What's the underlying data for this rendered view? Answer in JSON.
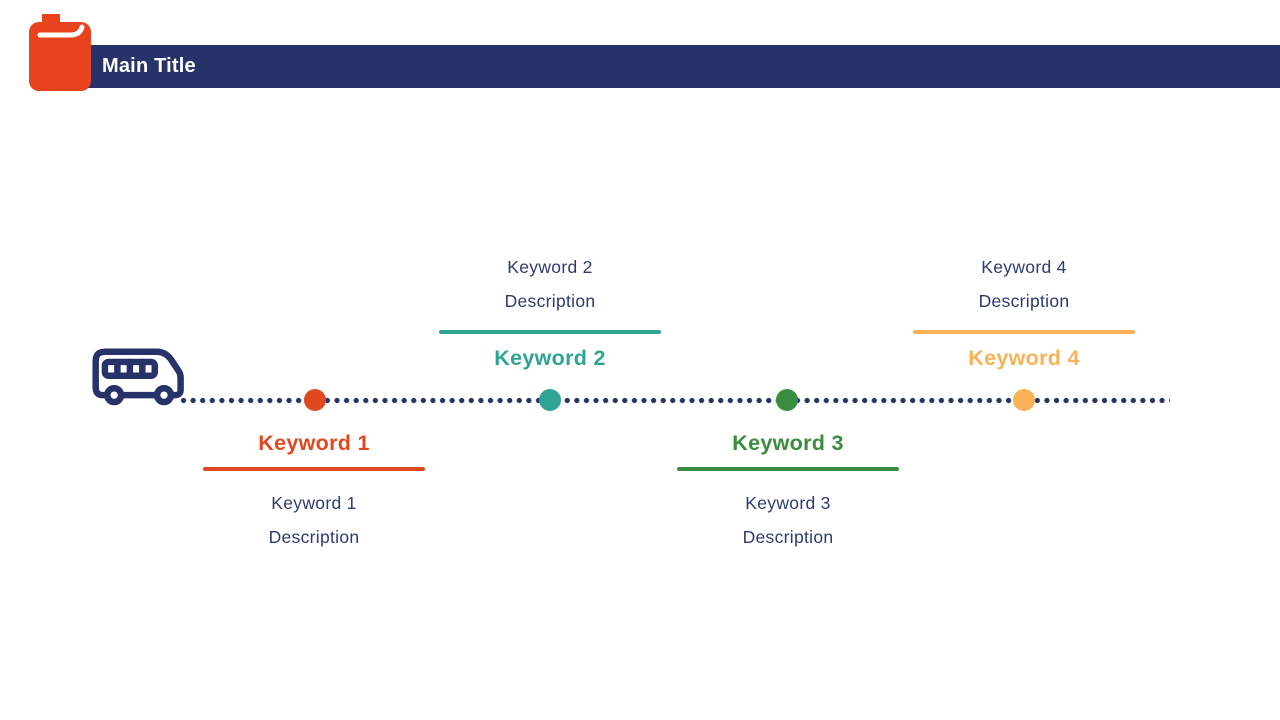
{
  "slide": {
    "header": {
      "title": "Main Title"
    },
    "icons": {
      "logo": "book-icon",
      "timeline_vehicle": "bus-icon"
    },
    "colors": {
      "navy": "#263269",
      "body_text": "#2D3A72",
      "red": "#E0481F",
      "teal": "#2FA493",
      "green": "#3A8C3F",
      "orange": "#F9B256",
      "dotted_line": "#263269"
    },
    "timeline": {
      "items": [
        {
          "keyword": "Keyword 1",
          "desc_line1": "Keyword 1",
          "desc_line2": "Description",
          "color": "#E0481F",
          "position": "below"
        },
        {
          "keyword": "Keyword 2",
          "desc_line1": "Keyword 2",
          "desc_line2": "Description",
          "color": "#2FA493",
          "position": "above"
        },
        {
          "keyword": "Keyword 3",
          "desc_line1": "Keyword 3",
          "desc_line2": "Description",
          "color": "#3A8C3F",
          "position": "below"
        },
        {
          "keyword": "Keyword 4",
          "desc_line1": "Keyword 4",
          "desc_line2": "Description",
          "color": "#F9B256",
          "position": "above"
        }
      ]
    }
  }
}
